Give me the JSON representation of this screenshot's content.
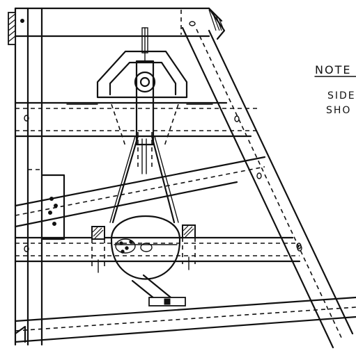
{
  "note": {
    "heading": "NOTE",
    "line1": "SIDE",
    "line2": "SHO"
  }
}
